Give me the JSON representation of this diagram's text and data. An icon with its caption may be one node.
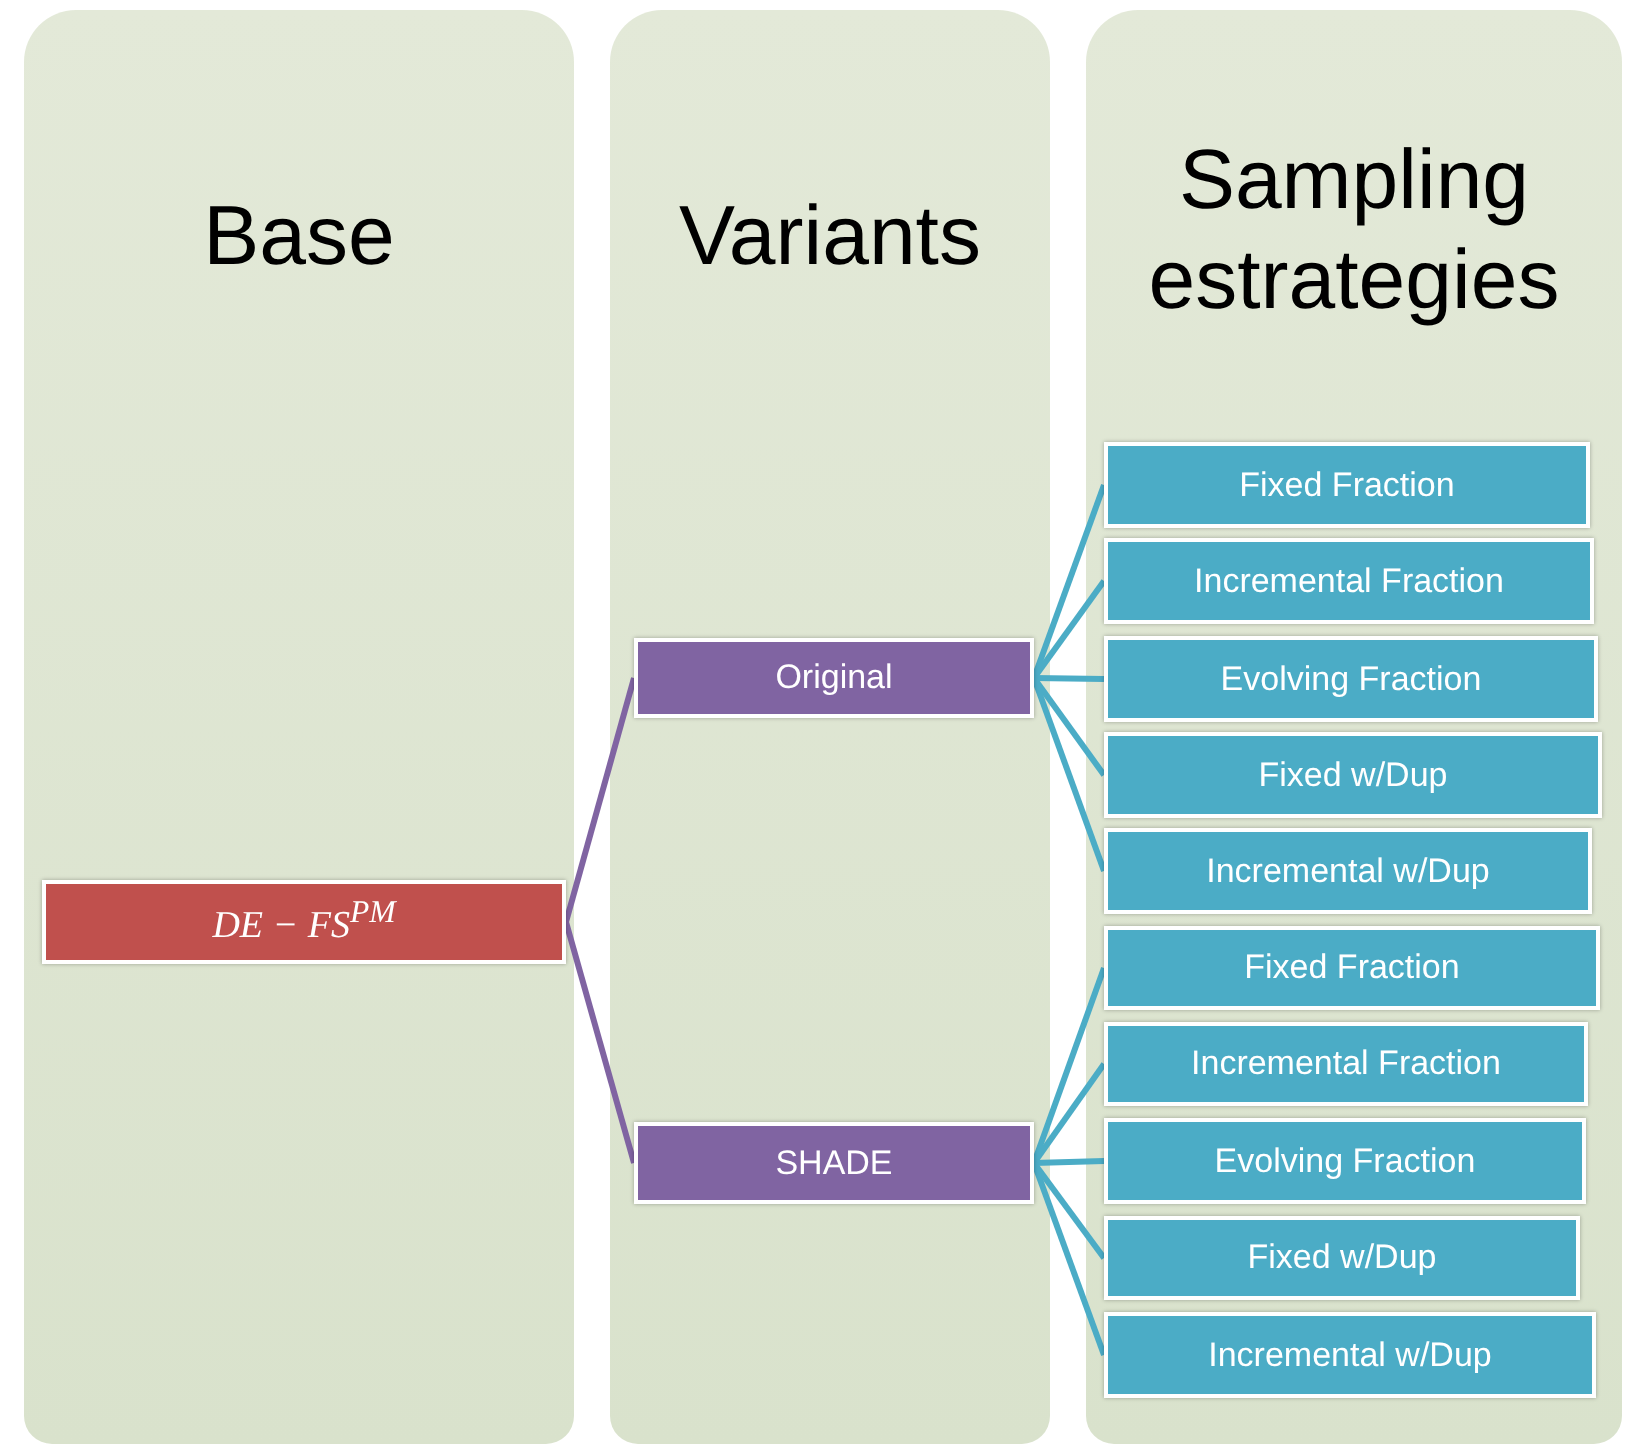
{
  "diagram": {
    "nodes": [
      {
        "text": [
          "Base"
        ]
      },
      {
        "text": [
          "Variants"
        ]
      },
      {
        "text": [
          "Sampling estrategies"
        ]
      },
      {
        "text": [
          "DE − FS$^{PM}$"
        ],
        "in": 0
      },
      {
        "text": [
          "Original"
        ],
        "in": 1
      },
      {
        "text": [
          "SHADE"
        ],
        "in": 1
      },
      {
        "text": [
          "Fixed Fraction"
        ],
        "in": 2
      },
      {
        "text": [
          "Incremental Fraction"
        ],
        "in": 2
      },
      {
        "text": [
          "Evolving Fraction"
        ],
        "in": 2
      },
      {
        "text": [
          "Fixed w/Dup"
        ],
        "in": 2
      },
      {
        "text": [
          "Incremental w/Dup"
        ],
        "in": 2
      },
      {
        "text": [
          "Fixed Fraction"
        ],
        "in": 2
      },
      {
        "text": [
          "Incremental Fraction"
        ],
        "in": 2
      },
      {
        "text": [
          "Evolving Fraction"
        ],
        "in": 2
      },
      {
        "text": [
          "Fixed w/Dup"
        ],
        "in": 2
      },
      {
        "text": [
          "Incremental w/Dup"
        ],
        "in": 2
      }
    ],
    "edges": [
      {
        "from": 3,
        "to": 4,
        "arrow": "none",
        "color": "#8064a2"
      },
      {
        "from": 3,
        "to": 5,
        "arrow": "none",
        "color": "#8064a2"
      },
      {
        "from": 4,
        "to": 6,
        "arrow": "none"
      },
      {
        "from": 4,
        "to": 7,
        "arrow": "none"
      },
      {
        "from": 4,
        "to": 8,
        "arrow": "none"
      },
      {
        "from": 4,
        "to": 9,
        "arrow": "none"
      },
      {
        "from": 4,
        "to": 10,
        "arrow": "none"
      },
      {
        "from": 5,
        "to": 11,
        "arrow": "none"
      },
      {
        "from": 5,
        "to": 12,
        "arrow": "none"
      },
      {
        "from": 5,
        "to": 13,
        "arrow": "none"
      },
      {
        "from": 5,
        "to": 14,
        "arrow": "none"
      },
      {
        "from": 5,
        "to": 15,
        "arrow": "none"
      }
    ]
  }
}
